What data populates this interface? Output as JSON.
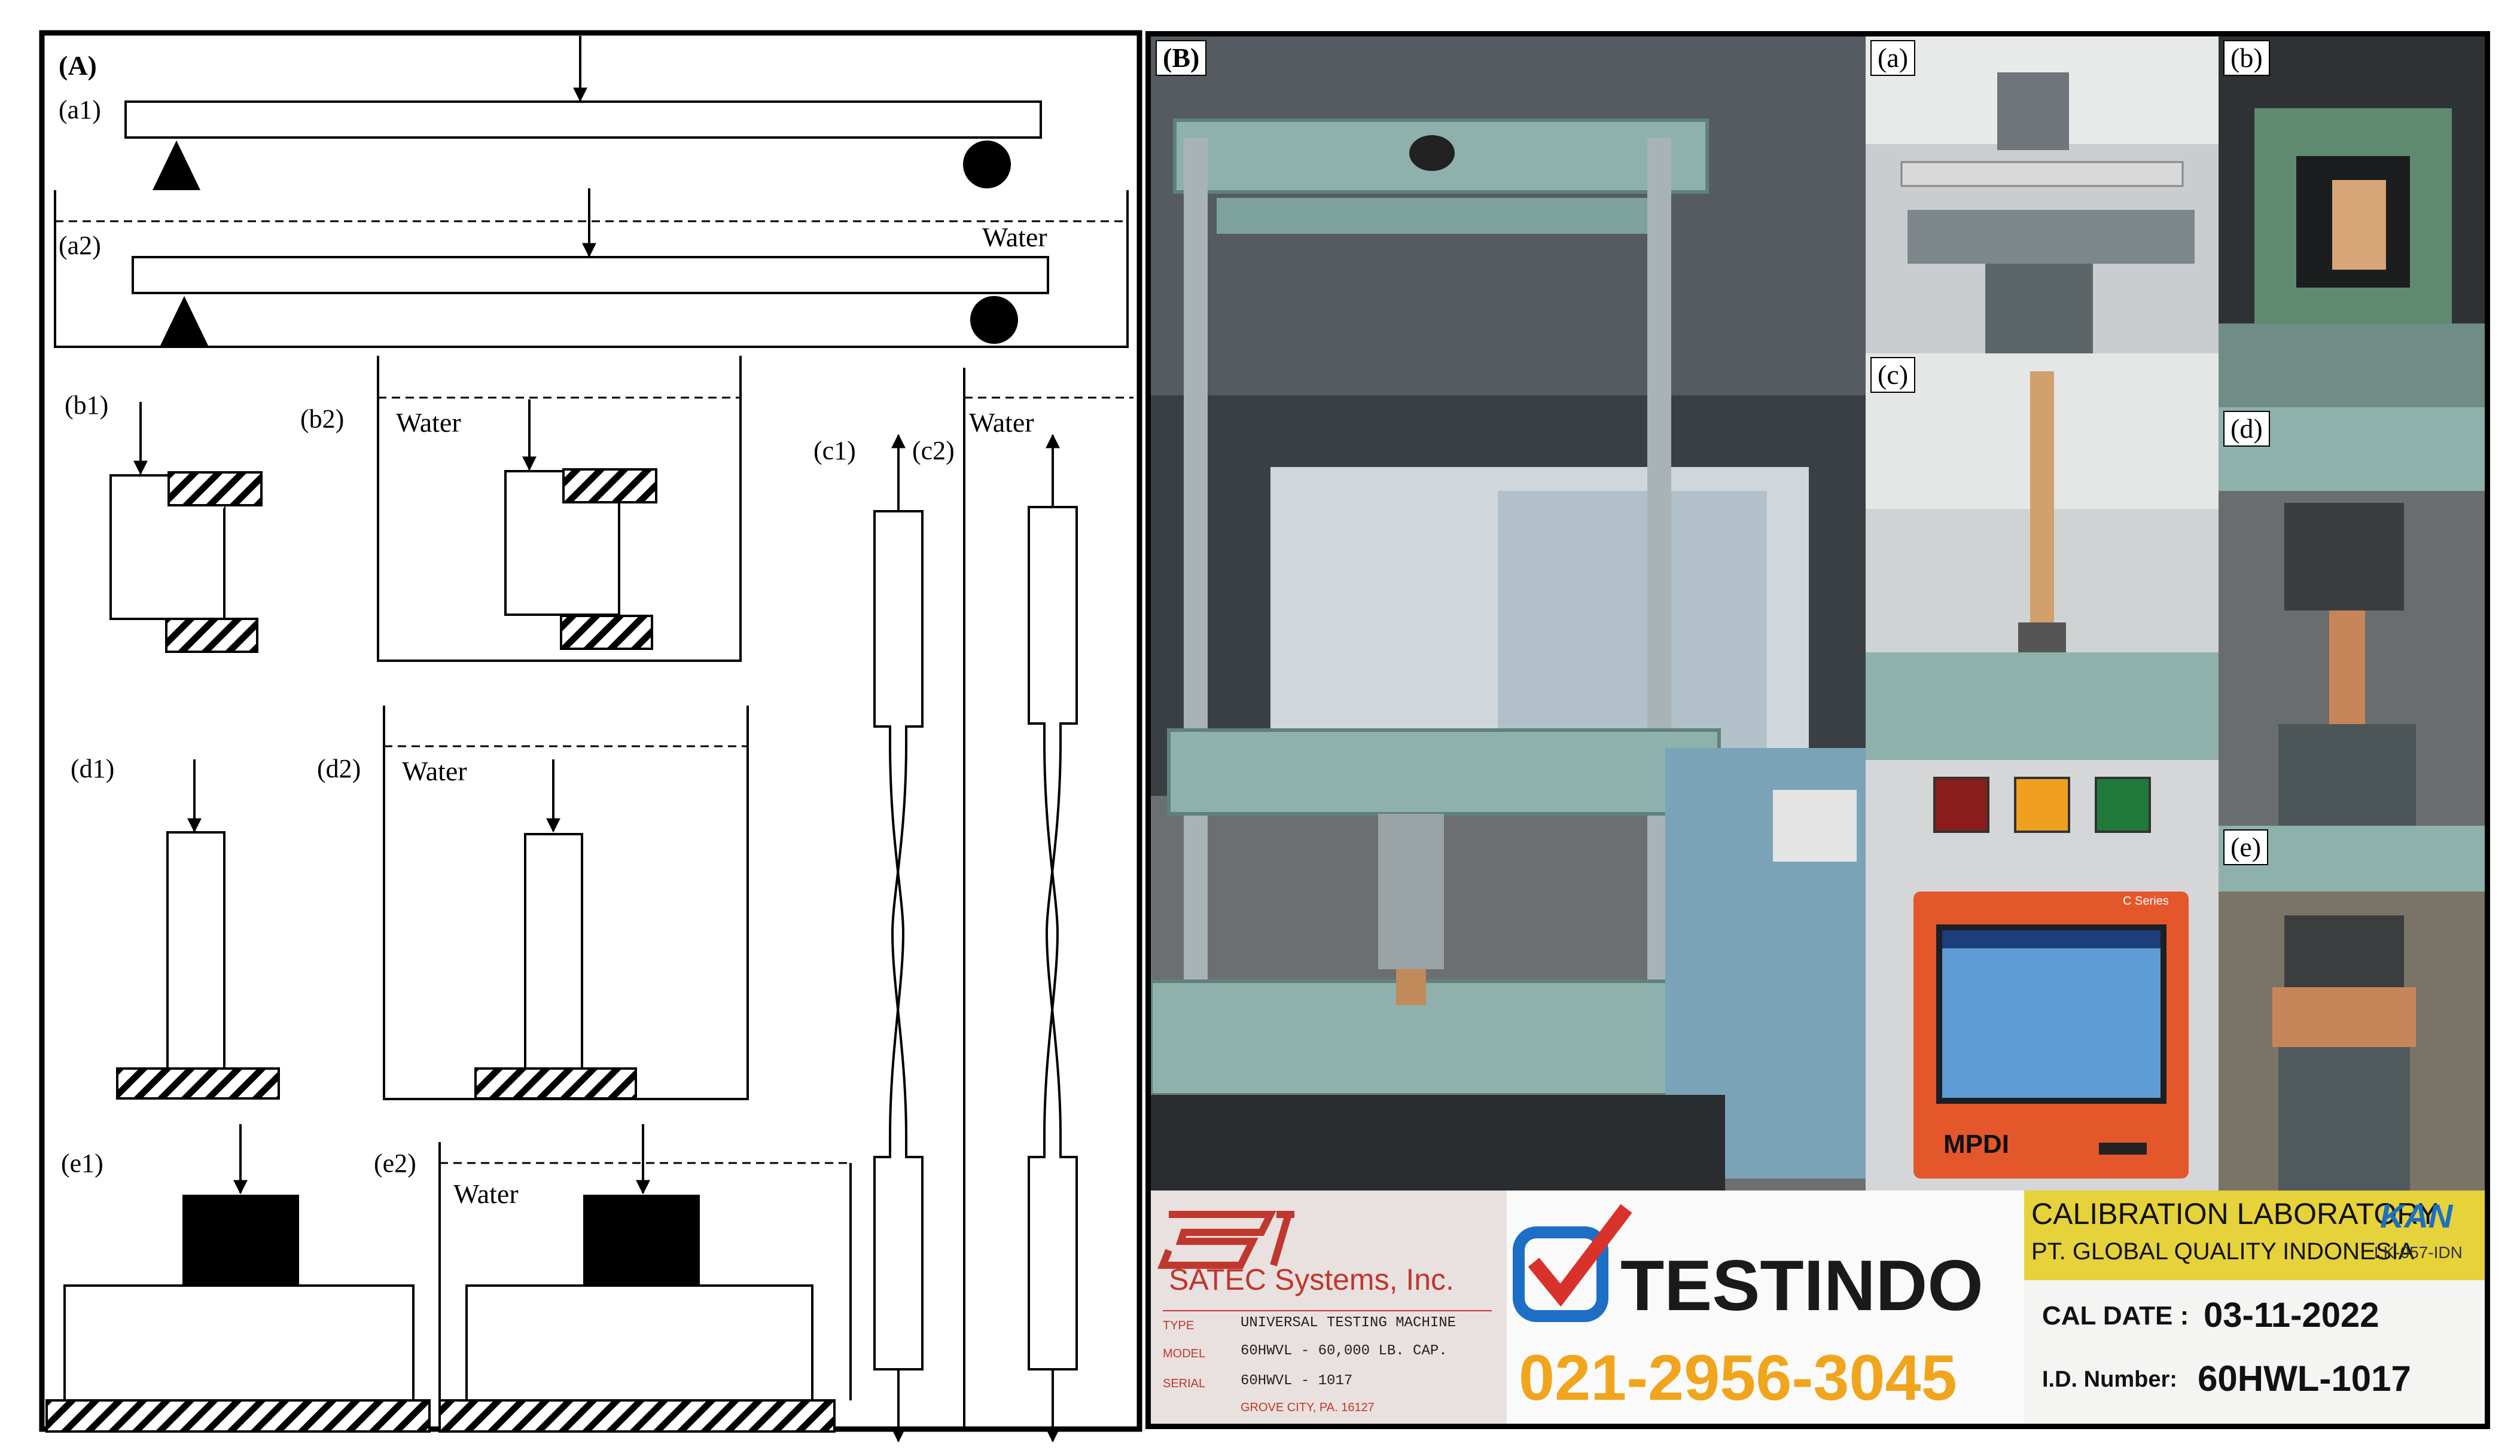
{
  "panel_a": {
    "label": "(A)",
    "water_label": "Water",
    "sub": {
      "a1": "(a1)",
      "a2": "(a2)",
      "b1": "(b1)",
      "b2": "(b2)",
      "c1": "(c1)",
      "c2": "(c2)",
      "d1": "(d1)",
      "d2": "(d2)",
      "e1": "(e1)",
      "e2": "(e2)"
    }
  },
  "panel_b": {
    "label": "(B)",
    "photos": {
      "a": "(a)",
      "b": "(b)",
      "c": "(c)",
      "d": "(d)",
      "e": "(e)"
    },
    "controller_brand": "MPDI",
    "controller_series": "C Series",
    "plate": {
      "brand": "SATEC Systems, Inc.",
      "type_label": "TYPE",
      "type_value": "UNIVERSAL TESTING MACHINE",
      "model_label": "MODEL",
      "model_value": "60HWVL - 60,000 LB. CAP.",
      "serial_label": "SERIAL",
      "serial_value": "60HWVL - 1017",
      "city": "GROVE CITY, PA. 16127"
    },
    "testindo": {
      "name": "TESTINDO",
      "phone": "021-2956-3045"
    },
    "calibration": {
      "title": "CALIBRATION LABORATORY",
      "company": "PT. GLOBAL QUALITY INDONESIA",
      "kan": "KAN",
      "kan_code": "LK-057-IDN",
      "cal_date_label": "CAL DATE :",
      "cal_date_value": "03-11-2022",
      "id_label": "I.D. Number:",
      "id_value": "60HWL-1017"
    }
  },
  "colors": {
    "machine": "#8fb1ac",
    "machine_dark": "#5f817c",
    "testindo_blue": "#1c6fc4",
    "testindo_red": "#d9322a",
    "phone_orange": "#f0a51c",
    "cal_yellow": "#e6d23a",
    "plate_red": "#c0372e",
    "controller_orange": "#e4572a"
  }
}
